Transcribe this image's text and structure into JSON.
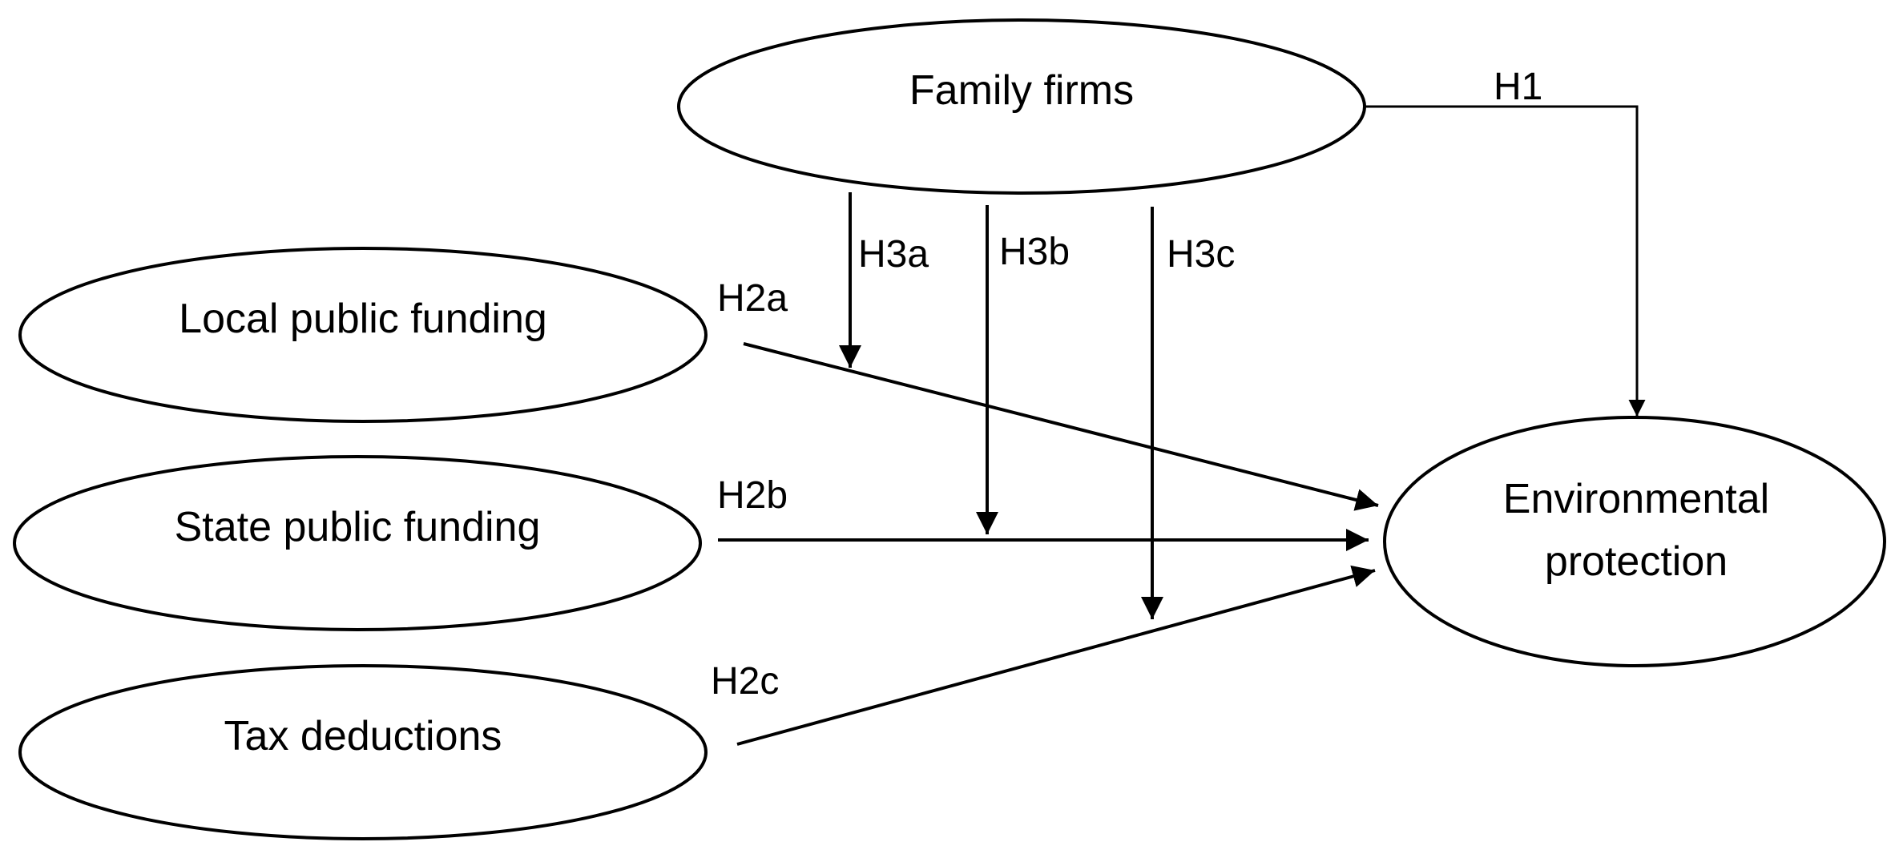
{
  "nodes": {
    "family_firms": "Family firms",
    "local_public_funding": "Local public funding",
    "state_public_funding": "State public funding",
    "tax_deductions": "Tax deductions",
    "environmental_protection_line1": "Environmental",
    "environmental_protection_line2": "protection"
  },
  "edges": {
    "h1": "H1",
    "h2a": "H2a",
    "h2b": "H2b",
    "h2c": "H2c",
    "h3a": "H3a",
    "h3b": "H3b",
    "h3c": "H3c"
  },
  "colors": {
    "stroke": "#000000",
    "background": "#ffffff"
  }
}
